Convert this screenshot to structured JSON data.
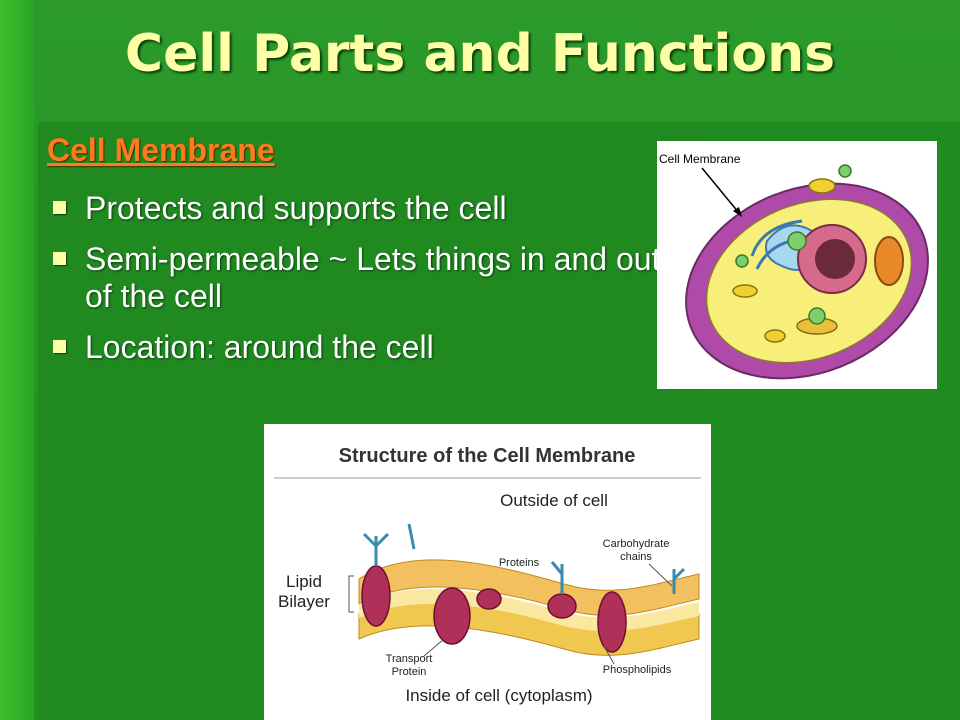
{
  "slide": {
    "title": "Cell Parts and Functions",
    "heading": "Cell Membrane",
    "bullets": [
      "Protects and supports the cell",
      "Semi-permeable ~ Lets things in and out of the cell",
      "Location:  around the cell"
    ]
  },
  "figure_cell": {
    "label": "Cell Membrane"
  },
  "figure_membrane": {
    "title": "Structure of the Cell Membrane",
    "outside": "Outside of cell",
    "inside": "Inside of cell (cytoplasm)",
    "lipid_line1": "Lipid",
    "lipid_line2": "Bilayer",
    "proteins": "Proteins",
    "carb_line1": "Carbohydrate",
    "carb_line2": "chains",
    "transport_line1": "Transport",
    "transport_line2": "Protein",
    "phospholipids": "Phospholipids"
  },
  "colors": {
    "title": "#ffffa8",
    "heading": "#ff7a1f",
    "background": "#22901f"
  }
}
